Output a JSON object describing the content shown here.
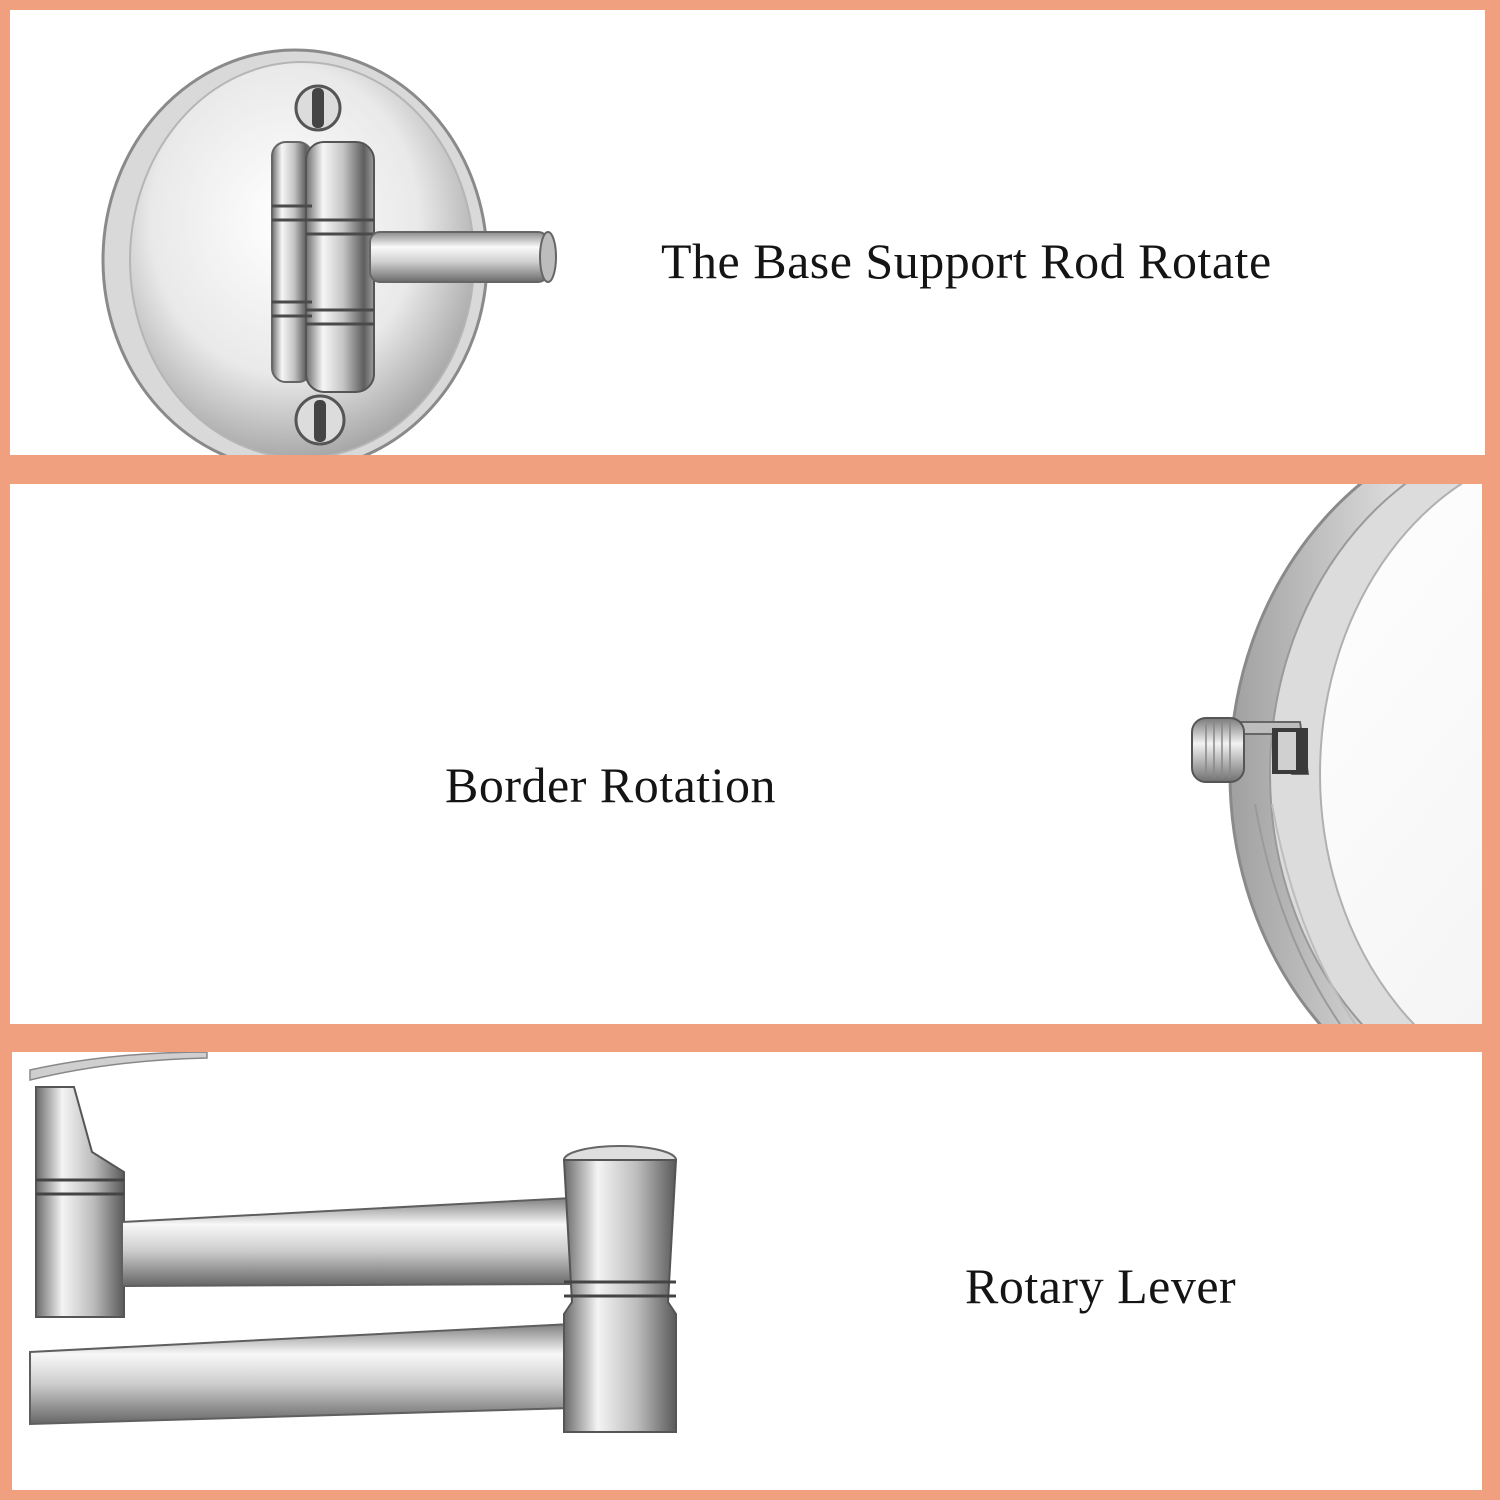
{
  "panels": [
    {
      "caption": "The Base Support Rod Rotate",
      "illustration": "wall-mount-base-icon"
    },
    {
      "caption": "Border Rotation",
      "illustration": "mirror-frame-pivot-icon"
    },
    {
      "caption": "Rotary Lever",
      "illustration": "folding-arm-lever-icon"
    }
  ],
  "colors": {
    "frame": "#f0a07e",
    "panel": "#ffffff",
    "text": "#141414",
    "chrome_light": "#f4f4f4",
    "chrome_mid": "#c8c8c8",
    "chrome_dark": "#5a5a5a"
  }
}
